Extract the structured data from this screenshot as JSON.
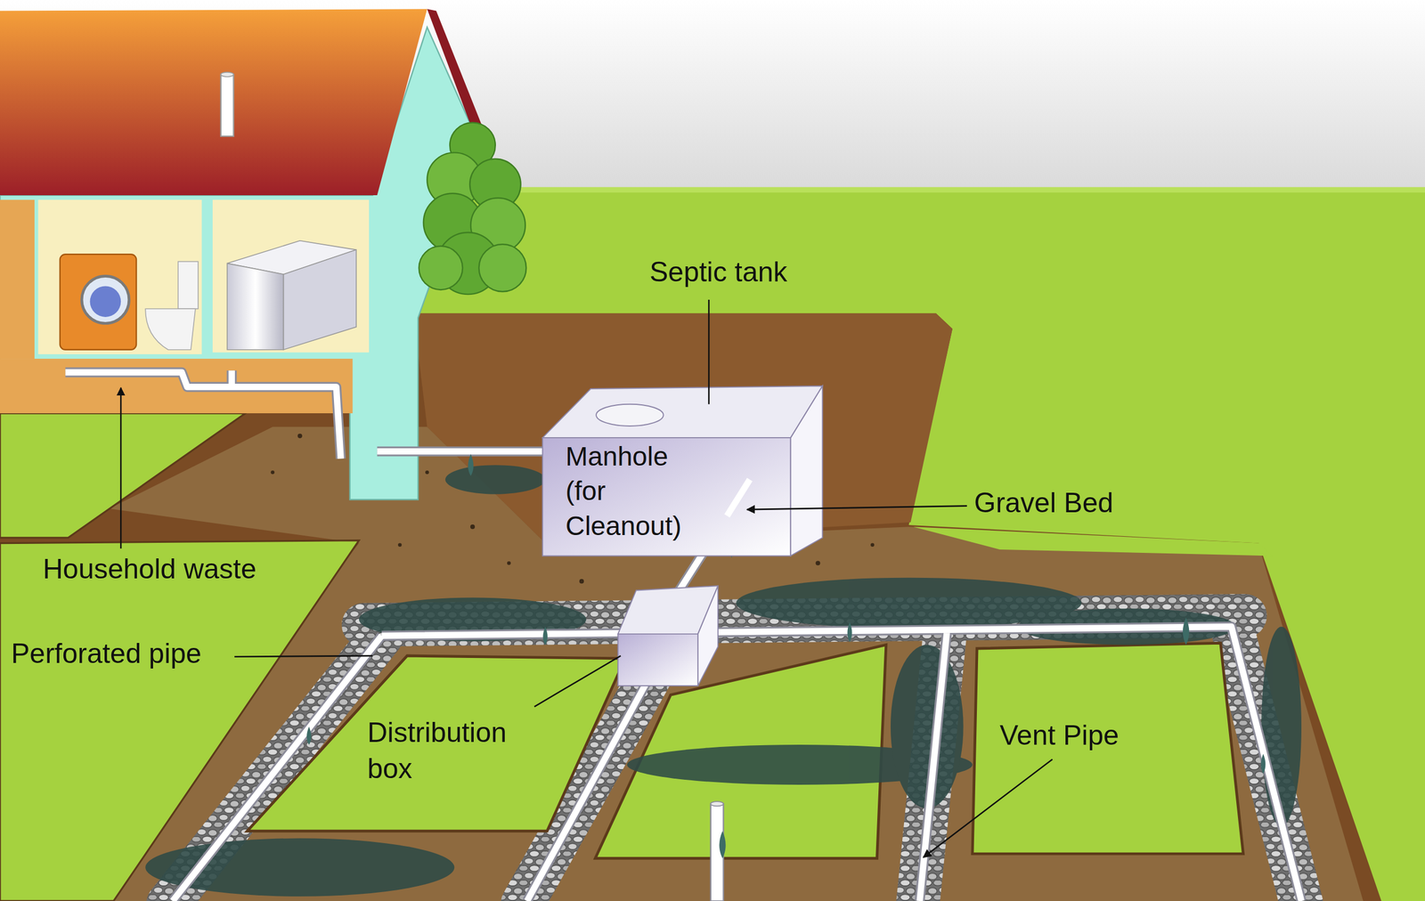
{
  "diagram": {
    "labels": [
      "Septic tank",
      "Manhole (for Cleanout)",
      "Gravel Bed",
      "Household waste",
      "Perforated pipe",
      "Distribution box",
      "Vent Pipe"
    ]
  }
}
